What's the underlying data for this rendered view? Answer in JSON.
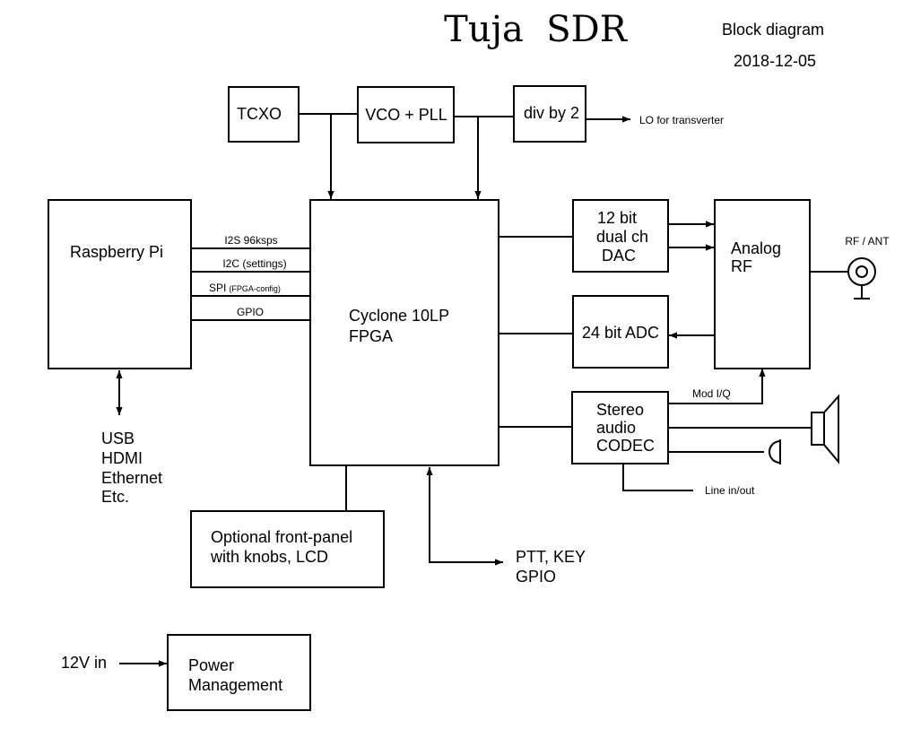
{
  "header": {
    "title": "Tuja  SDR",
    "subtitle": "Block diagram",
    "date": "2018-12-05"
  },
  "blocks": {
    "tcxo": "TCXO",
    "vco_pll": "VCO + PLL",
    "div_by_2": "div by 2",
    "raspberry_pi": "Raspberry Pi",
    "fpga": {
      "line1": "Cyclone 10LP",
      "line2": "FPGA"
    },
    "dac": {
      "line1": "12 bit",
      "line2": "dual ch",
      "line3": "DAC"
    },
    "adc": "24 bit ADC",
    "analog_rf": {
      "line1": "Analog",
      "line2": "RF"
    },
    "codec": {
      "line1": "Stereo",
      "line2": "audio",
      "line3": "CODEC"
    },
    "front_panel": {
      "line1": "Optional front-panel",
      "line2": "with knobs, LCD"
    },
    "power": {
      "line1": "Power",
      "line2": "Management"
    }
  },
  "labels": {
    "lo_transverter": "LO for transverter",
    "i2s": "I2S 96ksps",
    "i2c": "I2C (settings)",
    "spi": "SPI",
    "spi_detail": "(FPGA-config)",
    "gpio": "GPIO",
    "rf_ant": "RF / ANT",
    "mod_iq": "Mod I/Q",
    "line_in_out": "Line in/out",
    "pi_io": [
      "USB",
      "HDMI",
      "Ethernet",
      "Etc."
    ],
    "ptt_key": "PTT, KEY",
    "gpio_ext": "GPIO",
    "power_in": "12V in"
  }
}
